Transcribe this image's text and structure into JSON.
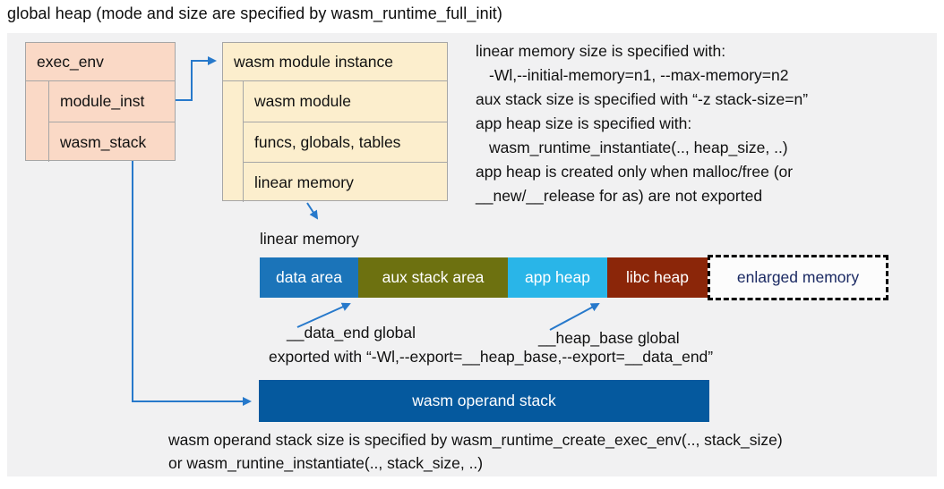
{
  "title": "global heap (mode and size are specified by wasm_runtime_full_init)",
  "exec_env": {
    "header": "exec_env",
    "rows": [
      "module_inst",
      "wasm_stack"
    ],
    "fill": "#fad9c6"
  },
  "module_instance": {
    "header": "wasm module instance",
    "rows": [
      "wasm module",
      "funcs, globals, tables",
      "linear memory"
    ],
    "fill": "#fceecd"
  },
  "notes_right": {
    "lines": [
      "linear memory size is specified with:",
      "-Wl,--initial-memory=n1, --max-memory=n2",
      "aux stack size is specified with “-z stack-size=n”",
      "app heap size is specified with:",
      "wasm_runtime_instantiate(.., heap_size, ..)",
      "app heap is created only when malloc/free (or",
      "__new/__release for as) are not exported"
    ]
  },
  "linear_memory": {
    "label": "linear memory",
    "segments": [
      {
        "label": "data area",
        "color": "#1b74b9"
      },
      {
        "label": "aux stack area",
        "color": "#6d7110"
      },
      {
        "label": "app heap",
        "color": "#29b5e8"
      },
      {
        "label": "libc heap",
        "color": "#8b2609"
      }
    ],
    "enlarged": {
      "label": "enlarged memory",
      "text_color": "#1b2a63"
    }
  },
  "annotations": {
    "data_end": "__data_end global",
    "heap_base": "__heap_base global",
    "exported": "exported with “-Wl,--export=__heap_base,--export=__data_end”"
  },
  "operand_stack": {
    "label": "wasm operand stack",
    "fill": "#05599e"
  },
  "notes_bottom": {
    "lines": [
      "wasm operand stack size is specified by wasm_runtime_create_exec_env(.., stack_size)",
      "or wasm_runtine_instantiate(.., stack_size, ..)"
    ]
  },
  "colors": {
    "connector": "#2779cb",
    "panel_bg": "#f1f1f2",
    "box_border": "#a6a6a6"
  }
}
